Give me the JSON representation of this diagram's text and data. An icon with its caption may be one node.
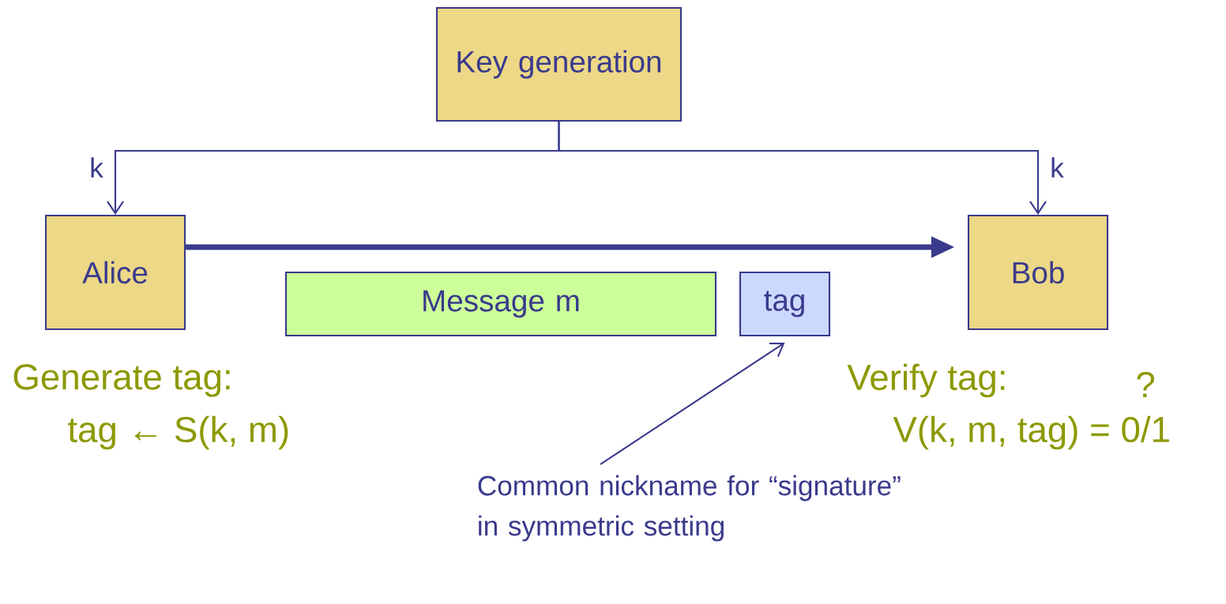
{
  "diagram": {
    "nodes": [
      {
        "text": [
          "Key generation"
        ]
      },
      {
        "text": [
          "Alice"
        ],
        "beside": [
          "Generate tag:",
          "tag ← S(k, m)"
        ]
      },
      {
        "text": [
          "Bob"
        ],
        "beside": [
          "Verify tag:",
          "?",
          "V(k, m, tag)  = 0/1"
        ]
      },
      {
        "text": [
          "Message  m"
        ]
      },
      {
        "text": [
          "tag"
        ]
      },
      {
        "text": [
          "Common nickname for “signature” in symmetric setting"
        ]
      }
    ],
    "edges": [
      {
        "from": 0,
        "to": 1,
        "arrow": "to",
        "label": "k"
      },
      {
        "from": 0,
        "to": 2,
        "arrow": "to",
        "label": "k"
      },
      {
        "from": 1,
        "to": 2,
        "arrow": "to",
        "style": "thick"
      },
      {
        "from": 5,
        "to": 4,
        "arrow": "to"
      }
    ]
  }
}
